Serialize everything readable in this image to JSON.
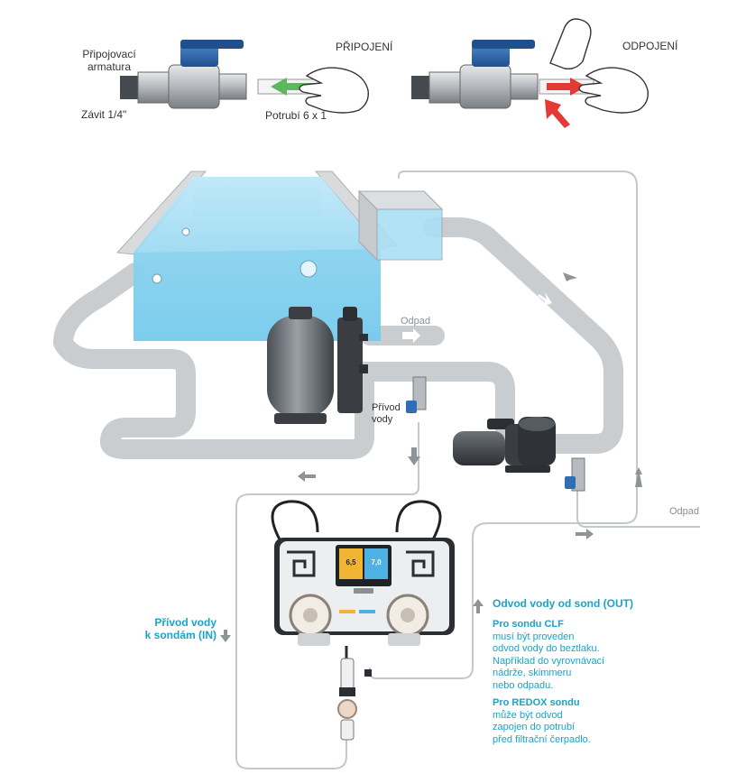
{
  "connect": {
    "fitting_label_1": "Připojovací",
    "fitting_label_2": "armatura",
    "thread_label": "Závit 1/4\"",
    "tube_label": "Potrubí 6 x 1",
    "title": "PŘIPOJENÍ"
  },
  "disconnect": {
    "title": "ODPOJENÍ"
  },
  "pool": {
    "drain_top": "Odpad",
    "water_supply_1": "Přívod",
    "water_supply_2": "vody",
    "drain_right": "Odpad"
  },
  "device": {
    "display_value_1": "6,5",
    "display_value_2": "7,0"
  },
  "probe_in": {
    "line1": "Přívod vody",
    "line2": "k sondám (IN)"
  },
  "probe_out": {
    "title": "Odvod vody od sond (OUT)",
    "clf_lines": [
      "Pro sondu CLF",
      "musí být proveden",
      "odvod vody do beztlaku.",
      "Například do vyrovnávací",
      "nádrže, skimmeru",
      "nebo odpadu."
    ],
    "redox_lines": [
      "Pro REDOX sondu",
      "může být odvod",
      "zapojen do potrubí",
      "před filtrační čerpadlo."
    ]
  },
  "colors": {
    "accent_blue": "#1aa3c9",
    "pipe_gray": "#c9cdd0",
    "water_blue": "#8fd3ee",
    "arrow_green": "#5cb85c",
    "arrow_red": "#e53935",
    "valve_blue": "#2f6db5"
  }
}
